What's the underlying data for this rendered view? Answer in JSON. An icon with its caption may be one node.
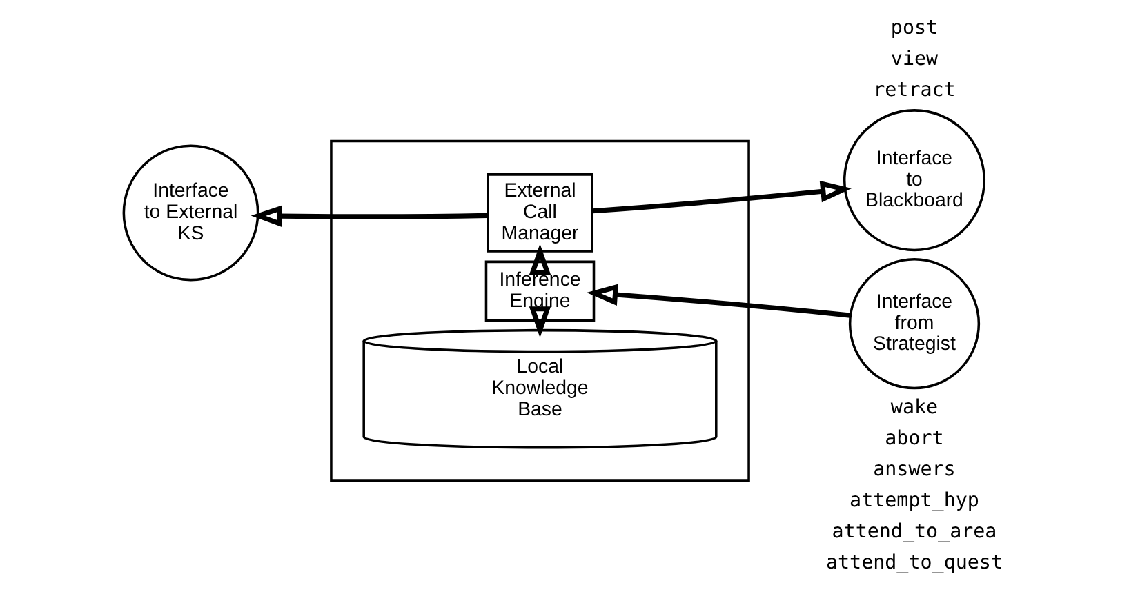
{
  "diagram": {
    "nodes": [
      {
        "text": [],
        "shape": "box"
      },
      {
        "text": [
          "Interface to External KS"
        ]
      },
      {
        "text": [
          "External Call Manager"
        ],
        "in": 0
      },
      {
        "text": [
          "Interface to Blackboard"
        ]
      },
      {
        "text": [
          "Inference Engine"
        ],
        "in": 0
      },
      {
        "text": [
          "Interface from Strategist"
        ]
      },
      {
        "text": [
          "Local Knowledge Base"
        ],
        "in": 0
      }
    ],
    "edges": [
      {
        "from": 2,
        "to": 1,
        "arrow": "to"
      },
      {
        "from": 2,
        "to": 3,
        "arrow": "to"
      },
      {
        "from": 4,
        "to": 2,
        "arrow": "to"
      },
      {
        "from": 5,
        "to": 4,
        "arrow": "to"
      },
      {
        "from": 4,
        "to": 6,
        "arrow": "to"
      }
    ],
    "labels": [
      "post",
      "view",
      "retract",
      "wake",
      "abort",
      "answers",
      "attempt_hyp",
      "attend_to_area",
      "attend_to_quest"
    ]
  }
}
